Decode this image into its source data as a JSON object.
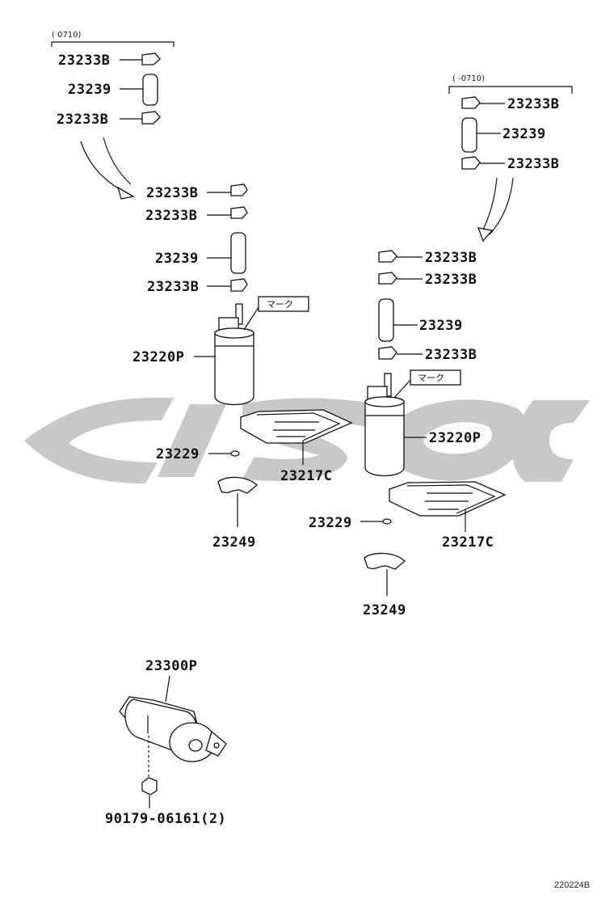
{
  "watermark": "cisoc",
  "range_left": "(      0710)",
  "range_right": "(    -0710)",
  "mark_label": "マーク",
  "labels": {
    "p23233B": "23233B",
    "p23239": "23239",
    "p23220P": "23220P",
    "p23229": "23229",
    "p23217C": "23217C",
    "p23249": "23249",
    "p23300P": "23300P",
    "p90179": "90179-06161(2)"
  },
  "diagram_ref": "220224B"
}
